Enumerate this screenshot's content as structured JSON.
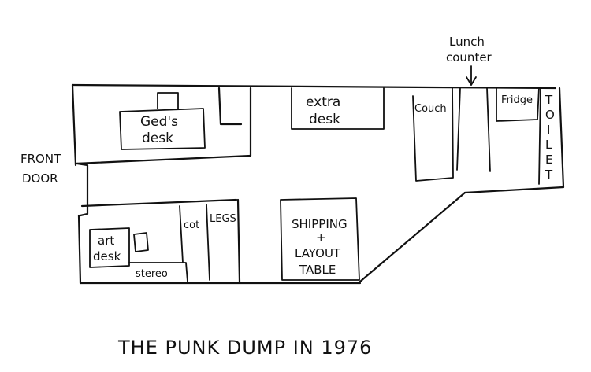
{
  "title": "THE PUNK DUMP IN 1976",
  "labels": {
    "front_door_line1": "FRONT",
    "front_door_line2": "DOOR",
    "geds_desk_line1": "Ged's",
    "geds_desk_line2": "desk",
    "extra_desk_line1": "extra",
    "extra_desk_line2": "desk",
    "lunch_counter_line1": "Lunch",
    "lunch_counter_line2": "counter",
    "couch": "Couch",
    "fridge": "Fridge",
    "toilet_letters": [
      "T",
      "O",
      "I",
      "L",
      "E",
      "T"
    ],
    "art_desk_line1": "art",
    "art_desk_line2": "desk",
    "stereo": "stereo",
    "cot": "cot",
    "legs": "LEGS",
    "shipping_line1": "SHIPPING",
    "shipping_line2": "+",
    "shipping_line3": "LAYOUT",
    "shipping_line4": "TABLE"
  }
}
